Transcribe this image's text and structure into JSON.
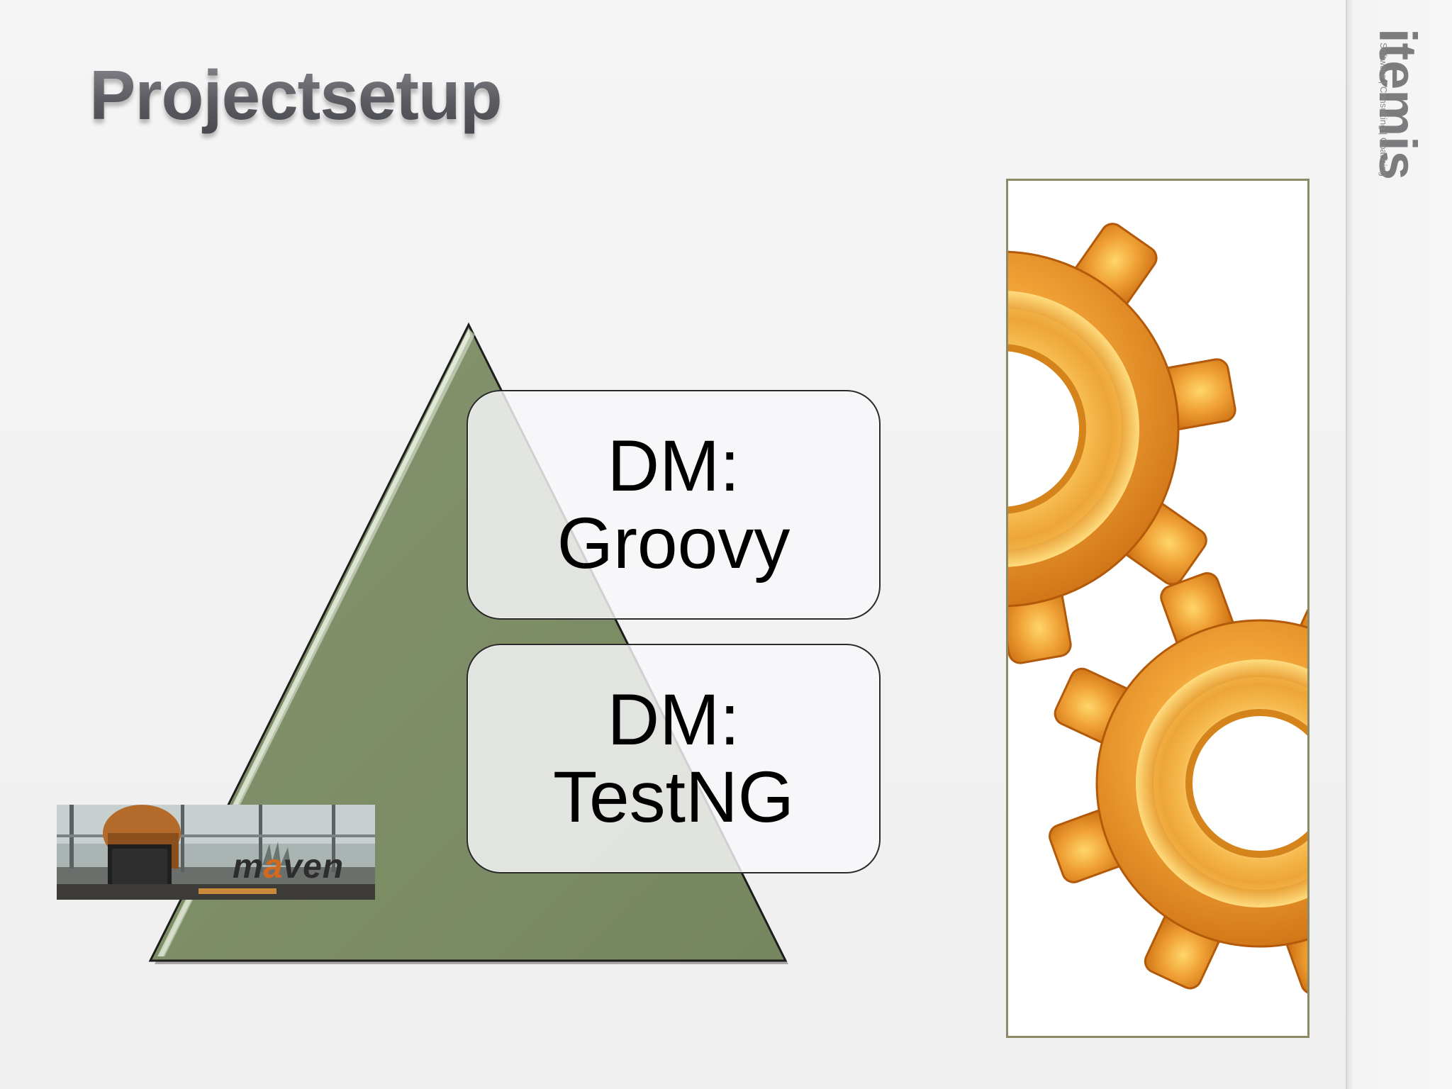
{
  "slide": {
    "title": "Projectsetup"
  },
  "logo": {
    "name": "itemis",
    "tagline": "Software | Consulting | Coaching"
  },
  "pyramid": {
    "boxes": [
      {
        "line1": "DM:",
        "line2": "Groovy"
      },
      {
        "line1": "DM:",
        "line2": "TestNG"
      }
    ]
  },
  "maven_image": {
    "brand": "maven"
  },
  "colors": {
    "pyramid_fill": "#7a8a67",
    "gear_orange": "#e38a1d",
    "frame_border": "#8d8a66"
  },
  "icons": [
    "gears-icon",
    "maven-logo"
  ]
}
